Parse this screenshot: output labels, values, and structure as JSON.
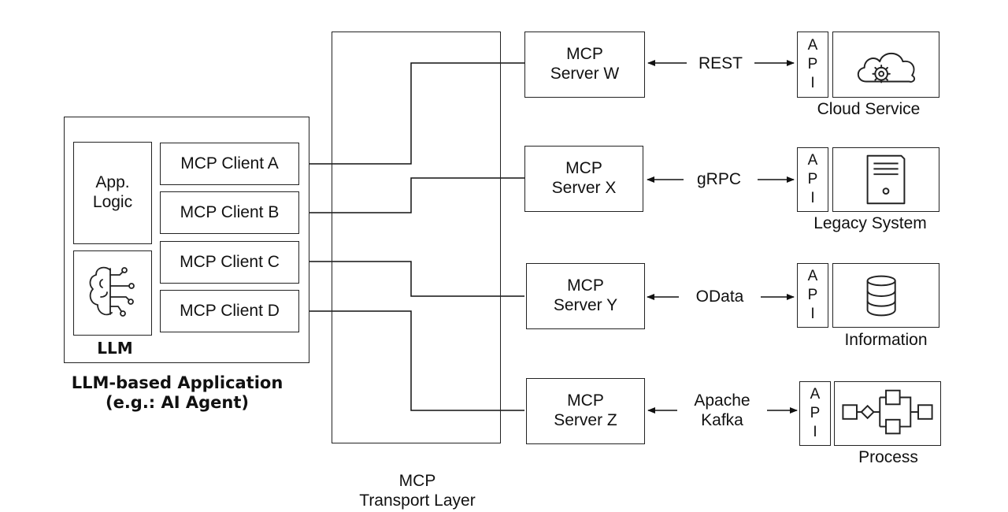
{
  "application": {
    "caption": "LLM-based Application\n(e.g.: AI Agent)",
    "app_logic": "App.\nLogic",
    "llm_label": "LLM",
    "icon": "brain-circuit-icon",
    "clients": [
      "MCP Client A",
      "MCP Client B",
      "MCP Client C",
      "MCP Client D"
    ]
  },
  "transport": {
    "label": "MCP\nTransport Layer"
  },
  "servers": [
    {
      "label": "MCP\nServer W",
      "protocol": "REST",
      "target": "Cloud Service",
      "icon": "cloud-gear-icon"
    },
    {
      "label": "MCP\nServer X",
      "protocol": "gRPC",
      "target": "Legacy System",
      "icon": "server-tower-icon"
    },
    {
      "label": "MCP\nServer Y",
      "protocol": "OData",
      "target": "Information",
      "icon": "database-icon"
    },
    {
      "label": "MCP\nServer Z",
      "protocol": "Apache\nKafka",
      "target": "Process",
      "icon": "process-flow-icon"
    }
  ],
  "api_letters": [
    "A",
    "P",
    "I"
  ]
}
